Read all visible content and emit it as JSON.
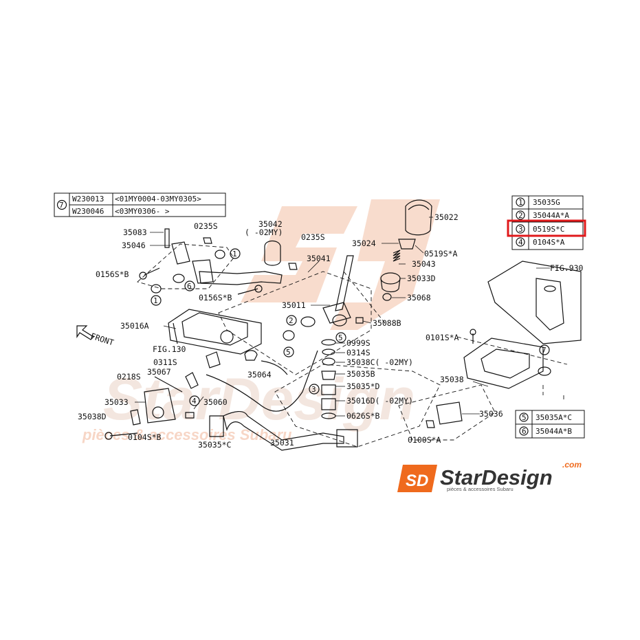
{
  "variant_table": {
    "marker": "7",
    "rows": [
      {
        "code": "W230013",
        "range": "<01MY0004-03MY0305>"
      },
      {
        "code": "W230046",
        "range": "<03MY0306-          >"
      }
    ]
  },
  "legend_top": [
    {
      "num": "1",
      "part": "35035G"
    },
    {
      "num": "2",
      "part": "35044A*A"
    },
    {
      "num": "3",
      "part": "0519S*C"
    },
    {
      "num": "4",
      "part": "0104S*A"
    }
  ],
  "legend_bottom": [
    {
      "num": "5",
      "part": "35035A*C"
    },
    {
      "num": "6",
      "part": "35044A*B"
    }
  ],
  "highlight_color": "#e0191b",
  "labels": {
    "p35083": "35083",
    "p0235s_a": "0235S",
    "p35042": "35042",
    "p02my_a": "(  -02MY)",
    "p0235s_b": "0235S",
    "p35046": "35046",
    "p35041": "35041",
    "p0156sb_a": "0156S*B",
    "p0156sb_b": "0156S*B",
    "p35011": "35011",
    "p35016a": "35016A",
    "p35088b": "35088B",
    "front": "FRONT",
    "p0999s": "0999S",
    "fig130": "FIG.130",
    "p0314s": "0314S",
    "p0311s": "0311S",
    "p35038c": "35038C(  -02MY)",
    "p35067": "35067",
    "p35064": "35064",
    "p35035b": "35035B",
    "p0218s": "0218S",
    "p35035d": "35035*D",
    "p35033": "35033",
    "p35060": "35060",
    "p35016d": "35016D(  -02MY)",
    "p35038d": "35038D",
    "p0626sb": "0626S*B",
    "p0104sb": "0104S*B",
    "p35035c": "35035*C",
    "p35031": "35031",
    "p35022": "35022",
    "p35024": "35024",
    "p0519sa": "0519S*A",
    "p35043": "35043",
    "p35033d": "35033D",
    "p35068": "35068",
    "fig930": "FIG.930",
    "p0101sa": "0101S*A",
    "p35038": "35038",
    "p35036": "35036",
    "p0100sa": "0100S*A"
  },
  "callouts": {
    "c1a": "1",
    "c1b": "1",
    "c2": "2",
    "c3": "3",
    "c4": "4",
    "c5a": "5",
    "c5b": "5",
    "c6": "6",
    "c7": "7"
  },
  "brand": {
    "name": "StarDesign",
    "domain": ".com",
    "tagline": "pièces & accessoires Subaru",
    "badge": "SD"
  },
  "watermark": {
    "text": "StarDesign",
    "tagline": "pièces & accessoires Subaru"
  },
  "colors": {
    "brand_orange": "#ef6a1d",
    "watermark": "#f6d9c9",
    "ink": "#111111"
  }
}
